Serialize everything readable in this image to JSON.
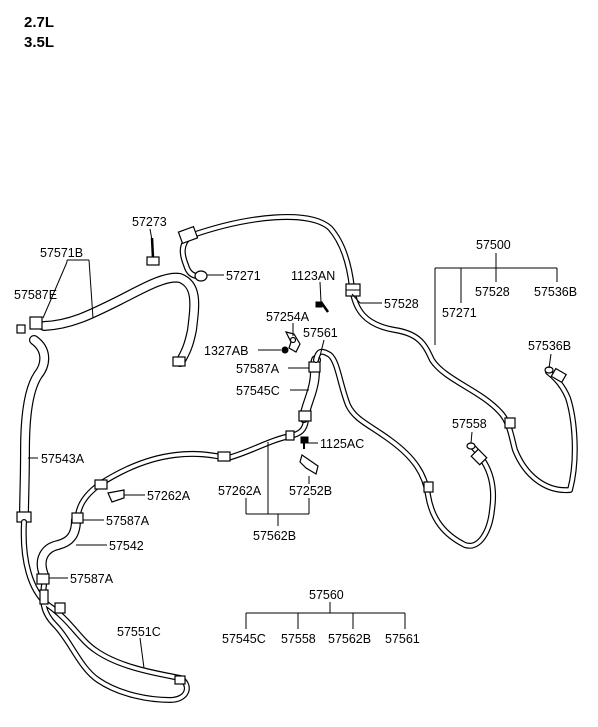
{
  "header": {
    "line1": "2.7L",
    "line2": "3.5L"
  },
  "labels": {
    "p57273": "57273",
    "p57571B": "57571B",
    "p57587E": "57587E",
    "p57271_top": "57271",
    "p1123AN": "1123AN",
    "p57528_mid": "57528",
    "p57254A": "57254A",
    "p57561_mid": "57561",
    "p1327AB": "1327AB",
    "p57587A_mid": "57587A",
    "p57545C_mid": "57545C",
    "p57543A": "57543A",
    "p1125AC": "1125AC",
    "p57262A_right": "57262A",
    "p57262A_lower": "57262A",
    "p57252B": "57252B",
    "p57562B_lower": "57562B",
    "p57587A_left1": "57587A",
    "p57542": "57542",
    "p57587A_left2": "57587A",
    "p57551C": "57551C",
    "p57500": "57500",
    "p57528_tree": "57528",
    "p57536B_tree": "57536B",
    "p57271_tree": "57271",
    "p57536B_right": "57536B",
    "p57558_right": "57558",
    "p57560": "57560",
    "p57545C_bottom": "57545C",
    "p57558_bottom": "57558",
    "p57562B_bottom": "57562B",
    "p57561_bottom": "57561"
  }
}
